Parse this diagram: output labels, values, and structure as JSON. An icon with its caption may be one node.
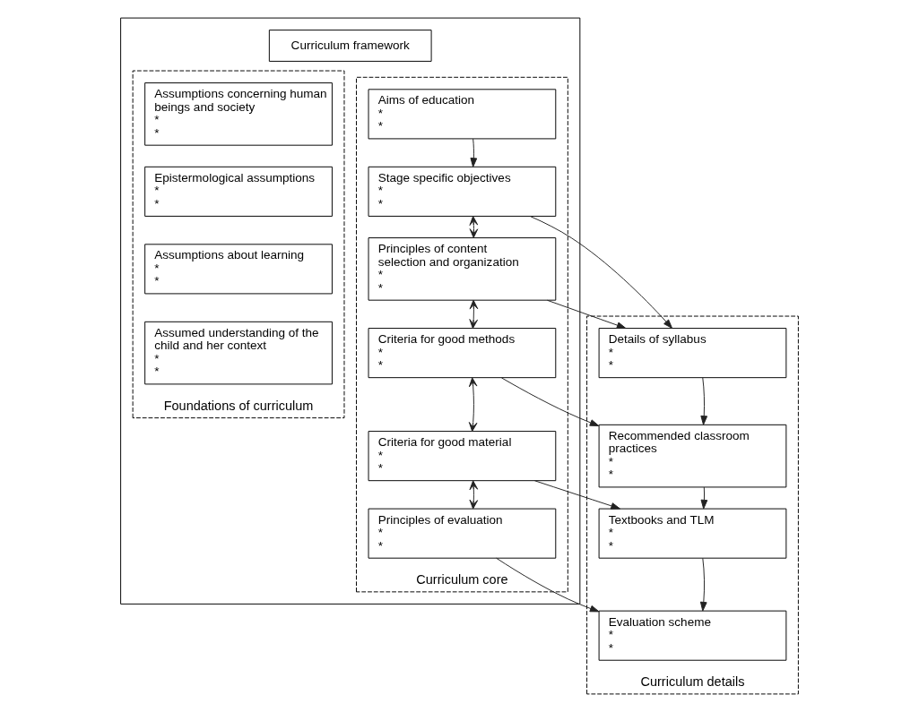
{
  "diagram": {
    "nodes": [
      {
        "text": [],
        "shape": "box"
      },
      {
        "text": [
          "Curriculum framework"
        ],
        "in": 0
      },
      {
        "text": [
          "Foundations of curriculum"
        ],
        "in": 0
      },
      {
        "text": [
          "Assumptions concerning human beings and society",
          "*",
          "*"
        ],
        "in": 2
      },
      {
        "text": [
          "Epistermological assumptions",
          "*",
          "*"
        ],
        "in": 2
      },
      {
        "text": [
          "Assumptions about learning",
          "*",
          "*"
        ],
        "in": 2
      },
      {
        "text": [
          "Assumed understanding of the child and her context",
          "*",
          "*"
        ],
        "in": 2
      },
      {
        "text": [
          "Curriculum core"
        ],
        "in": 0
      },
      {
        "text": [
          "Aims of education",
          "*",
          "*"
        ],
        "in": 7
      },
      {
        "text": [
          "Stage specific objectives",
          "*",
          "*"
        ],
        "in": 7
      },
      {
        "text": [
          "Principles of content selection and organization",
          "*",
          "*"
        ],
        "in": 7
      },
      {
        "text": [
          "Criteria for good methods",
          "*",
          "*"
        ],
        "in": 7
      },
      {
        "text": [
          "Criteria for good material",
          "*",
          "*"
        ],
        "in": 7
      },
      {
        "text": [
          "Principles of evaluation",
          "*",
          "*"
        ],
        "in": 7
      },
      {
        "text": [
          "Curriculum details"
        ]
      },
      {
        "text": [
          "Details of syllabus",
          "*",
          "*"
        ],
        "in": 14
      },
      {
        "text": [
          "Recommended classroom practices",
          "*",
          "*"
        ],
        "in": 14
      },
      {
        "text": [
          "Textbooks and TLM",
          "*",
          "*"
        ],
        "in": 14
      },
      {
        "text": [
          "Evaluation scheme",
          "*",
          "*"
        ],
        "in": 14
      }
    ],
    "edges": [
      {
        "from": 8,
        "to": 9,
        "arrow": "to"
      },
      {
        "from": 9,
        "to": 10,
        "arrow": "both"
      },
      {
        "from": 10,
        "to": 11,
        "arrow": "both"
      },
      {
        "from": 11,
        "to": 12,
        "arrow": "both"
      },
      {
        "from": 12,
        "to": 13,
        "arrow": "both"
      },
      {
        "from": 9,
        "to": 15,
        "arrow": "to"
      },
      {
        "from": 10,
        "to": 15,
        "arrow": "to"
      },
      {
        "from": 15,
        "to": 16,
        "arrow": "to"
      },
      {
        "from": 11,
        "to": 16,
        "arrow": "to"
      },
      {
        "from": 16,
        "to": 17,
        "arrow": "to"
      },
      {
        "from": 12,
        "to": 17,
        "arrow": "to"
      },
      {
        "from": 17,
        "to": 18,
        "arrow": "to"
      },
      {
        "from": 13,
        "to": 18,
        "arrow": "to"
      }
    ]
  }
}
